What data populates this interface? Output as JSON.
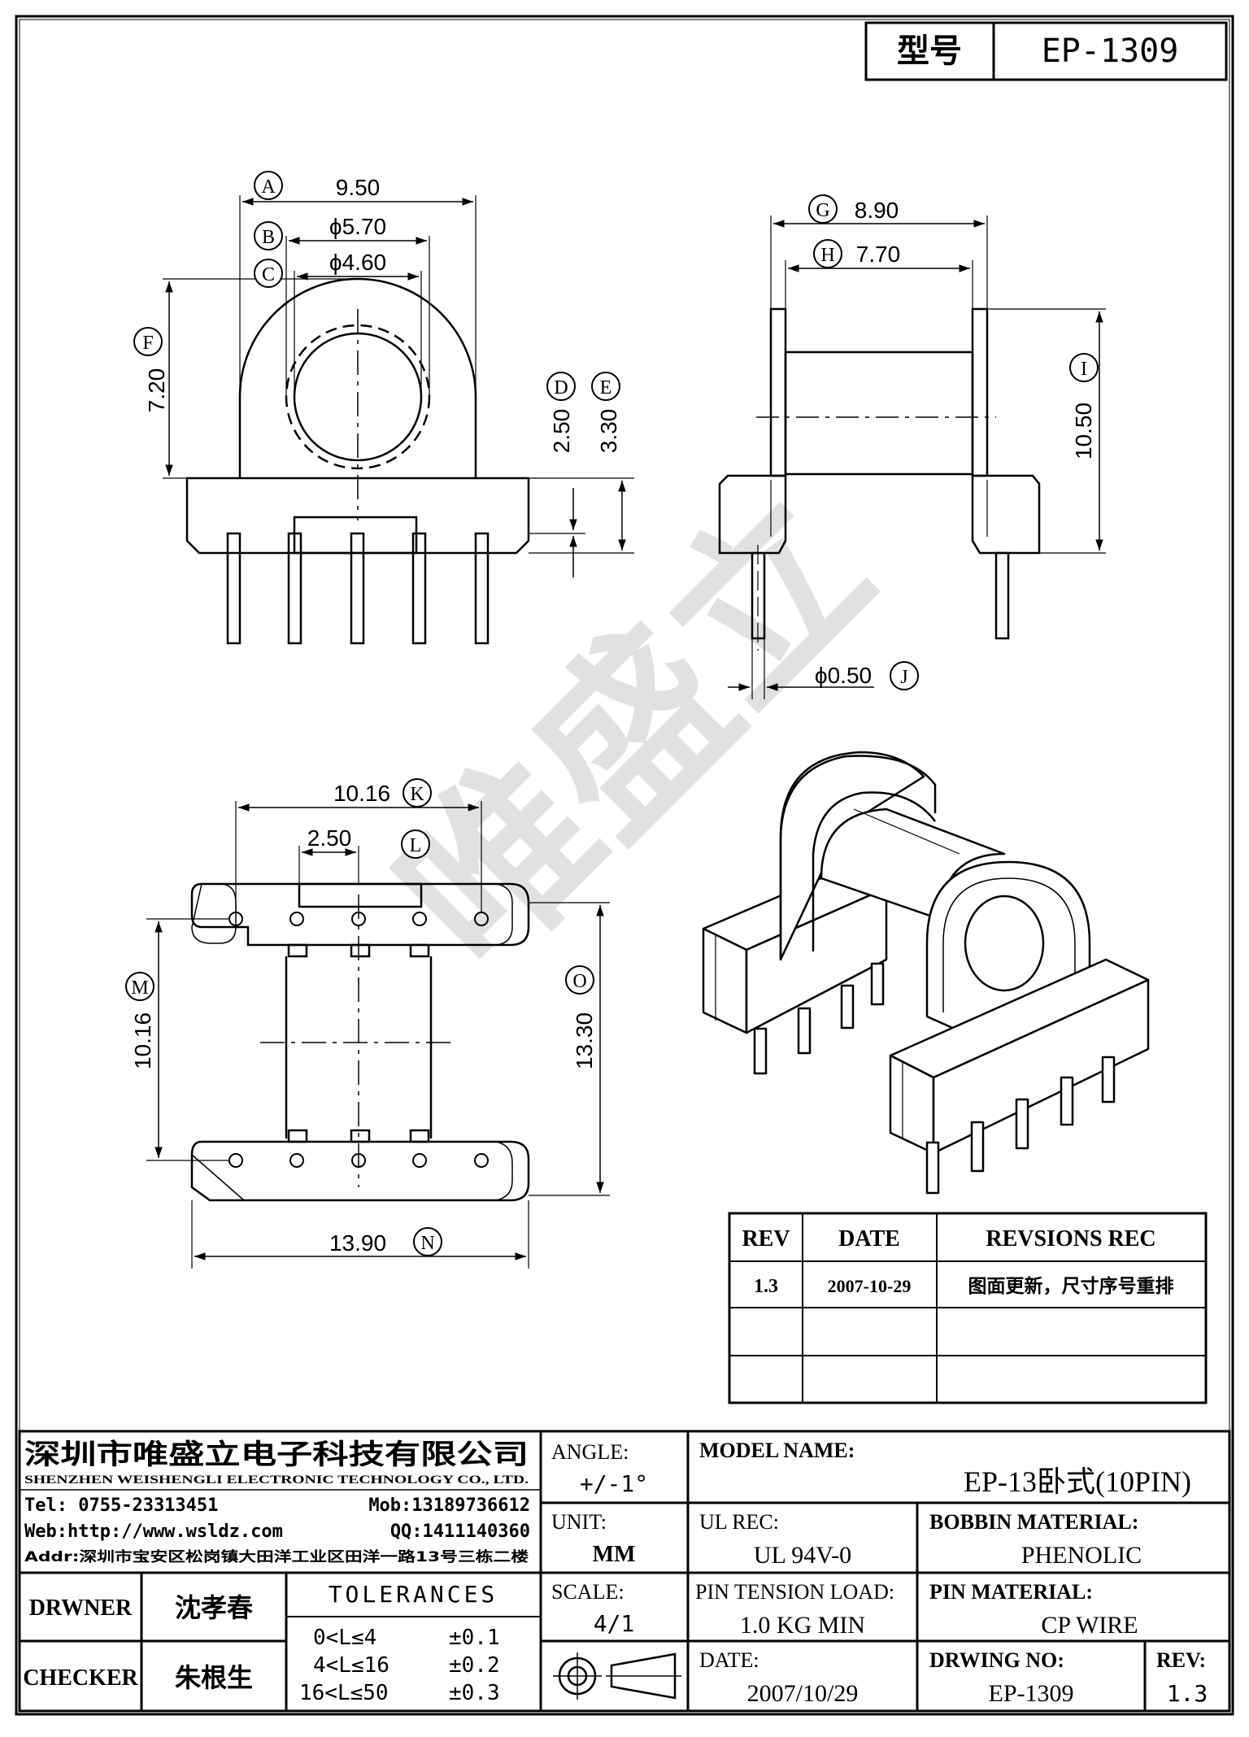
{
  "header": {
    "model_label": "型号",
    "model_value": "EP-1309"
  },
  "watermark": "唯盛立",
  "dimensions": {
    "front": [
      {
        "label": "A",
        "value": "9.50"
      },
      {
        "label": "B",
        "value": "ϕ5.70"
      },
      {
        "label": "C",
        "value": "ϕ4.60"
      },
      {
        "label": "F",
        "value": "7.20"
      },
      {
        "label": "D",
        "value": "2.50"
      },
      {
        "label": "E",
        "value": "3.30"
      }
    ],
    "side": [
      {
        "label": "G",
        "value": "8.90"
      },
      {
        "label": "H",
        "value": "7.70"
      },
      {
        "label": "I",
        "value": "10.50"
      },
      {
        "label": "J",
        "value": "ϕ0.50"
      }
    ],
    "bottom": [
      {
        "label": "K",
        "value": "10.16"
      },
      {
        "label": "L",
        "value": "2.50"
      },
      {
        "label": "M",
        "value": "10.16"
      },
      {
        "label": "O",
        "value": "13.30"
      },
      {
        "label": "N",
        "value": "13.90"
      }
    ]
  },
  "revisions": {
    "headers": [
      "REV",
      "DATE",
      "REVSIONS REC"
    ],
    "rows": [
      {
        "rev": "1.3",
        "date": "2007-10-29",
        "rec": "图面更新，尺寸序号重排"
      }
    ]
  },
  "title_block": {
    "company_cn": "深圳市唯盛立电子科技有限公司",
    "company_en": "SHENZHEN WEISHENGLI ELECTRONIC TECHNOLOGY CO., LTD.",
    "tel": "Tel: 0755-23313451",
    "mob": "Mob:13189736612",
    "web": "Web:http://www.wsldz.com",
    "qq": "QQ:1411140360",
    "addr": "Addr:深圳市宝安区松岗镇大田洋工业区田洋一路13号三栋二楼",
    "angle_label": "ANGLE:",
    "angle_value": "+/-1°",
    "model_name_label": "MODEL NAME:",
    "model_name_value": "EP-13卧式(10PIN)",
    "unit_label": "UNIT:",
    "unit_value": "MM",
    "ul_label": "UL REC:",
    "ul_value": "UL 94V-0",
    "bobbin_label": "BOBBIN MATERIAL:",
    "bobbin_value": "PHENOLIC",
    "drawer_label": "DRWNER",
    "drawer_value": "沈孝春",
    "checker_label": "CHECKER",
    "checker_value": "朱根生",
    "tolerances_title": "TOLERANCES",
    "tolerances": [
      {
        "range": "0<L≤4",
        "tol": "±0.1"
      },
      {
        "range": "4<L≤16",
        "tol": "±0.2"
      },
      {
        "range": "16<L≤50",
        "tol": "±0.3"
      }
    ],
    "scale_label": "SCALE:",
    "scale_value": "4/1",
    "pin_tension_label": "PIN TENSION LOAD:",
    "pin_tension_value": "1.0 KG MIN",
    "pin_material_label": "PIN MATERIAL:",
    "pin_material_value": "CP WIRE",
    "date_label": "DATE:",
    "date_value": "2007/10/29",
    "drawing_no_label": "DRWING NO:",
    "drawing_no_value": "EP-1309",
    "rev_label": "REV:",
    "rev_value": "1.3"
  }
}
